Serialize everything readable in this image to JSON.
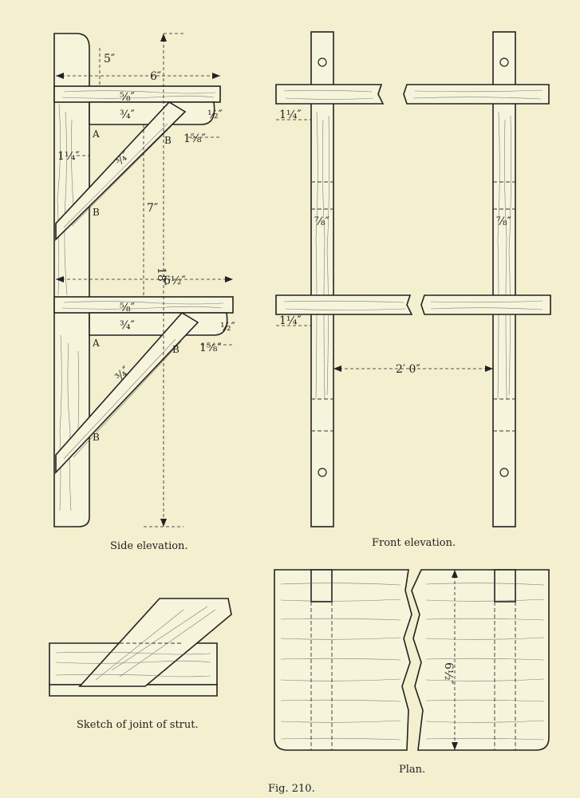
{
  "figure": {
    "caption": "Fig. 210.",
    "views": {
      "side": "Side elevation.",
      "front": "Front elevation.",
      "sketch": "Sketch of joint of strut.",
      "plan": "Plan."
    }
  },
  "dimensions": {
    "side_top_offset": "5″",
    "side_width": "6″",
    "side_height": "18″",
    "side_mid": "7″",
    "side_lower_width": "6½″",
    "bracket_thickness_top": "⅝″",
    "bracket_depth": "¾″",
    "upright_thickness": "1¼″",
    "strut_size": "¾″",
    "shelf_nose": "½″",
    "strut_offset": "1⅝″",
    "front_bar": "1¼″",
    "front_upright": "⅞″",
    "front_span": "2′ 0″",
    "plan_depth": "6½″"
  },
  "labels": {
    "a": "A",
    "b": "B"
  }
}
